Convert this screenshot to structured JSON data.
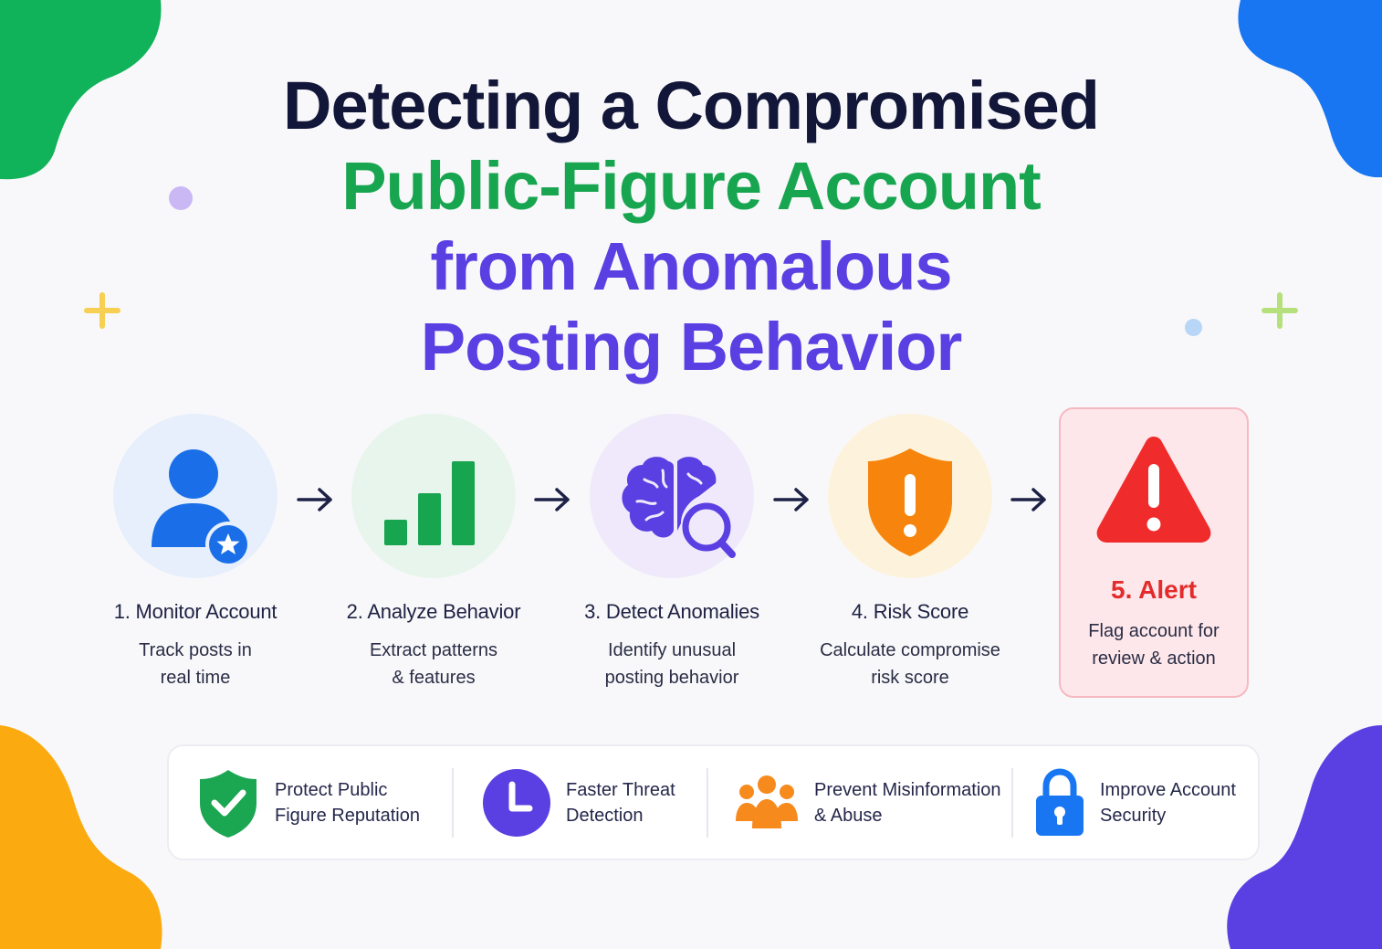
{
  "title": {
    "line1": "Detecting a Compromised",
    "line2": "Public-Figure Account",
    "line3": "from Anomalous",
    "line4": "Posting Behavior"
  },
  "colors": {
    "title_dark": "#121638",
    "title_green": "#18a550",
    "title_purple": "#5a3fe2",
    "alert_red": "#e32b2b",
    "blob_green": "#10b25a",
    "blob_blue": "#1876f2",
    "blob_orange": "#fbab10",
    "blob_purple": "#5a3fe2"
  },
  "steps": [
    {
      "label": "1. Monitor Account",
      "desc_line1": "Track posts in",
      "desc_line2": "real time",
      "icon": "user-star-icon"
    },
    {
      "label": "2. Analyze Behavior",
      "desc_line1": "Extract patterns",
      "desc_line2": "& features",
      "icon": "bar-chart-icon"
    },
    {
      "label": "3. Detect Anomalies",
      "desc_line1": "Identify unusual",
      "desc_line2": "posting behavior",
      "icon": "brain-search-icon"
    },
    {
      "label": "4. Risk Score",
      "desc_line1": "Calculate compromise",
      "desc_line2": "risk score",
      "icon": "shield-warning-icon"
    }
  ],
  "alert": {
    "label": "5. Alert",
    "desc_line1": "Flag account for",
    "desc_line2": "review & action",
    "icon": "warning-triangle-icon"
  },
  "benefits": [
    {
      "line1": "Protect Public",
      "line2": "Figure Reputation",
      "icon": "shield-check-icon"
    },
    {
      "line1": "Faster Threat",
      "line2": "Detection",
      "icon": "clock-icon"
    },
    {
      "line1": "Prevent Misinformation",
      "line2": "& Abuse",
      "icon": "group-icon"
    },
    {
      "line1": "Improve Account",
      "line2": "Security",
      "icon": "lock-icon"
    }
  ]
}
